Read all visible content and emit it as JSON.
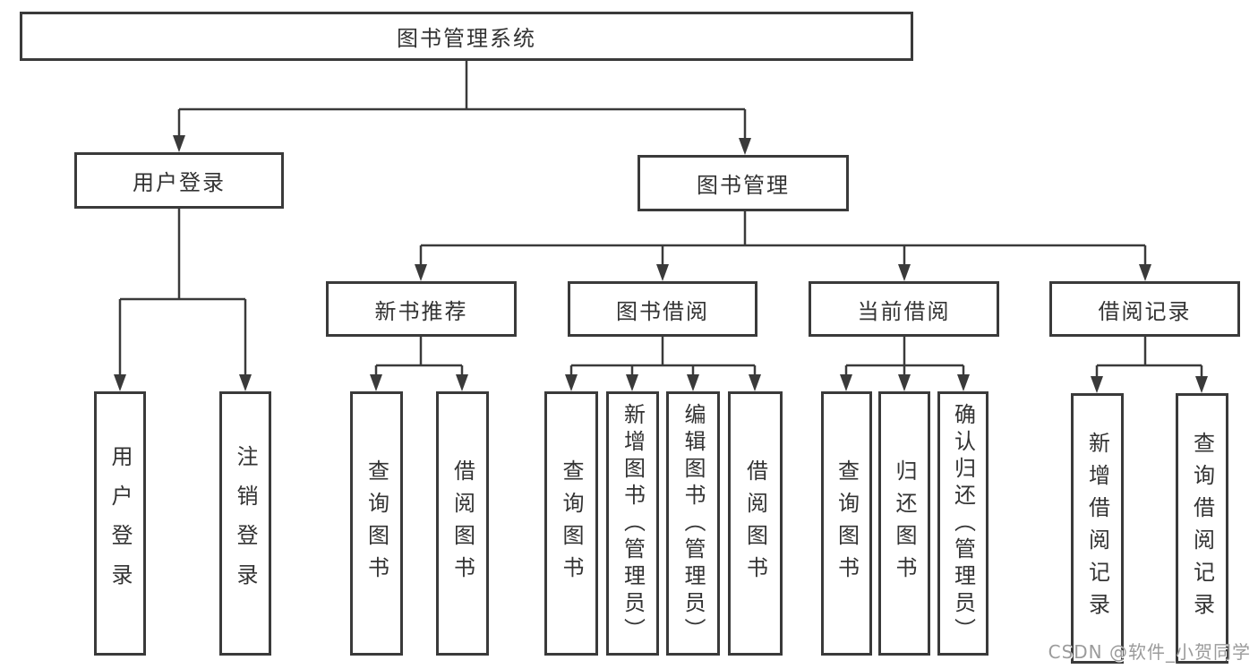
{
  "tree": {
    "root": {
      "label": "图书管理系统"
    },
    "level2": [
      {
        "label": "用户登录",
        "children": [
          {
            "label": "用户登录"
          },
          {
            "label": "注销登录"
          }
        ]
      },
      {
        "label": "图书管理",
        "children": [
          {
            "label": "新书推荐",
            "children": [
              {
                "label": "查询图书"
              },
              {
                "label": "借阅图书"
              }
            ]
          },
          {
            "label": "图书借阅",
            "children": [
              {
                "label": "查询图书"
              },
              {
                "label": "新增图书（管理员）"
              },
              {
                "label": "编辑图书（管理员）"
              },
              {
                "label": "借阅图书"
              }
            ]
          },
          {
            "label": "当前借阅",
            "children": [
              {
                "label": "查询图书"
              },
              {
                "label": "归还图书"
              },
              {
                "label": "确认归还（管理员）"
              }
            ]
          },
          {
            "label": "借阅记录",
            "children": [
              {
                "label": "新增借阅记录"
              },
              {
                "label": "查询借阅记录"
              }
            ]
          }
        ]
      }
    ]
  },
  "watermark": {
    "text": "CSDN @软件_小贺同学"
  },
  "colors": {
    "line": "#3a3a3a",
    "box_border": "#3a3a3a",
    "text": "#333333",
    "watermark": "#9b9b9b",
    "background": "#ffffff"
  }
}
